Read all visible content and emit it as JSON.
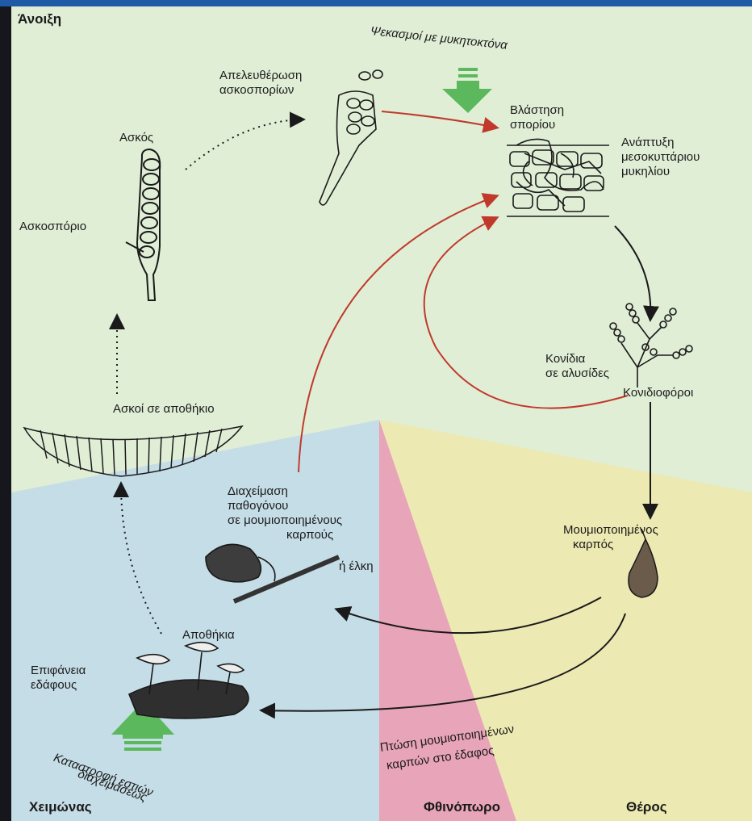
{
  "seasons": {
    "spring": "Άνοιξη",
    "winter": "Χειμώνας",
    "autumn": "Φθινόπωρο",
    "summer": "Θέρος"
  },
  "labels": {
    "spraying": "Ψεκασμοί με μυκητοκτόνα",
    "ascospore_release_1": "Απελευθέρωση",
    "ascospore_release_2": "ασκοσπορίων",
    "spore_germination_1": "Βλάστηση",
    "spore_germination_2": "σπορίου",
    "mycelium_1": "Ανάπτυξη",
    "mycelium_2": "μεσοκυττάριου",
    "mycelium_3": "μυκηλίου",
    "ascus": "Ασκός",
    "ascospore": "Ασκοσπόριο",
    "conidia_1": "Κονίδια",
    "conidia_2": "σε αλυσίδες",
    "conidiophores": "Κονιδιοφόροι",
    "asci_in_apothecium": "Ασκοί σε αποθήκιο",
    "overwintering_1": "Διαχείμαση",
    "overwintering_2": "παθογόνου",
    "overwintering_3": "σε μουμιοποιημένους",
    "overwintering_4": "καρπούς",
    "cankers": "ή έλκη",
    "mummified_1": "Μουμιοποιημένος",
    "mummified_2": "καρπός",
    "apothecia": "Αποθήκια",
    "soil_1": "Επιφάνεια",
    "soil_2": "εδάφους",
    "fall_of_fruit_1": "Πτώση μουμιοποιημένων",
    "fall_of_fruit_2": "καρπών στο έδαφος",
    "destruction_1": "Καταστροφή εστιών",
    "destruction_2": "διαχειμάσεως"
  },
  "colors": {
    "background": "#e0eed6",
    "winter_region": "#c5dde6",
    "autumn_region": "#e8a4b8",
    "summer_region": "#ece9b2",
    "red_arrow": "#c0392b",
    "green_arrow": "#5cb85c",
    "black_arrow": "#1a1a1a"
  }
}
